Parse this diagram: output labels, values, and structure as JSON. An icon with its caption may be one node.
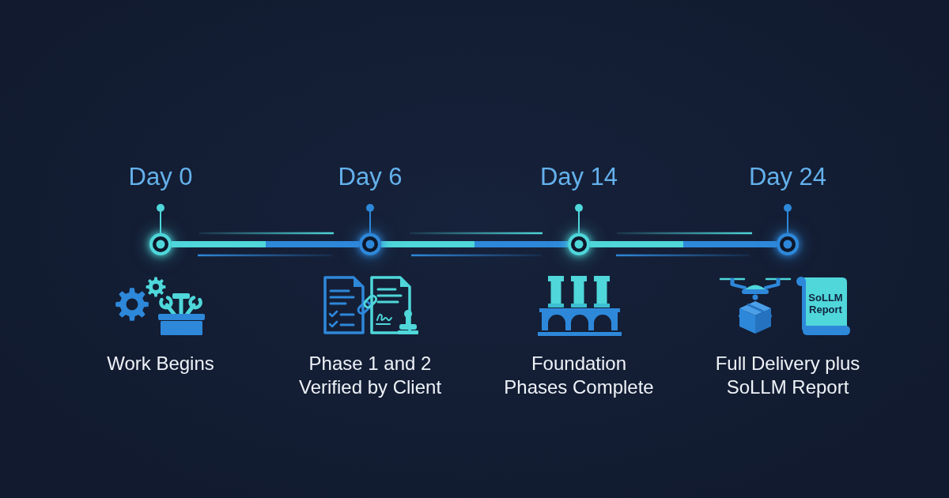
{
  "diagram": {
    "nodes": [
      {
        "text": [],
        "shape": "circle",
        "beside": [
          "Day 0"
        ]
      },
      {
        "text": [],
        "shape": "circle",
        "beside": [
          "Day 6"
        ]
      },
      {
        "text": [],
        "shape": "circle",
        "beside": [
          "Day 14"
        ]
      },
      {
        "text": [],
        "shape": "circle",
        "beside": [
          "Day 24"
        ]
      },
      {
        "text": [
          "SoLLM Report"
        ]
      }
    ],
    "edges": [
      {
        "from": 0,
        "to": 1,
        "arrow": "none"
      },
      {
        "from": 1,
        "to": 2,
        "arrow": "none"
      },
      {
        "from": 2,
        "to": 3,
        "arrow": "none"
      }
    ],
    "labels": [
      "Work Begins",
      "Phase 1 and 2 Verified by Client",
      "Foundation Phases Complete",
      "Full Delivery plus SoLLM Report"
    ]
  }
}
